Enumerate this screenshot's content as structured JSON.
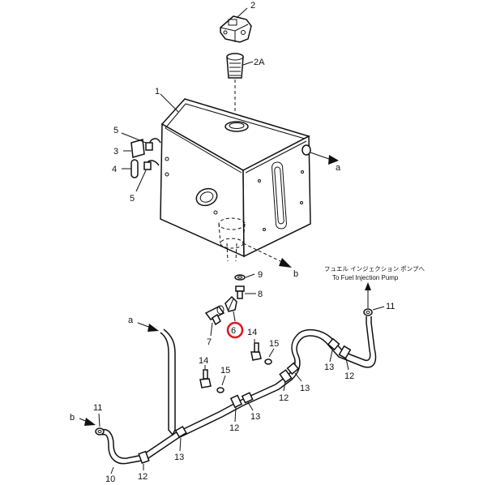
{
  "callouts": {
    "c1": "1",
    "c2": "2",
    "c2a": "2A",
    "c3": "3",
    "c4": "4",
    "c5a": "5",
    "c5b": "5",
    "c6": "6",
    "c7": "7",
    "c8": "8",
    "c9": "9",
    "c10": "10",
    "c11a": "11",
    "c11b": "11",
    "c12a": "12",
    "c12b": "12",
    "c12c": "12",
    "c12d": "12",
    "c13a": "13",
    "c13b": "13",
    "c13c": "13",
    "c13d": "13",
    "c14a": "14",
    "c14b": "14",
    "c15a": "15",
    "c15b": "15"
  },
  "references": {
    "a_top": "a",
    "a_left": "a",
    "b_right": "b",
    "b_left": "b"
  },
  "note": {
    "japanese": "フュエル インジェクション ポンプへ",
    "english": "To Fuel Injection Pump"
  },
  "highlight": {
    "color": "#e0141b",
    "part": "6"
  }
}
